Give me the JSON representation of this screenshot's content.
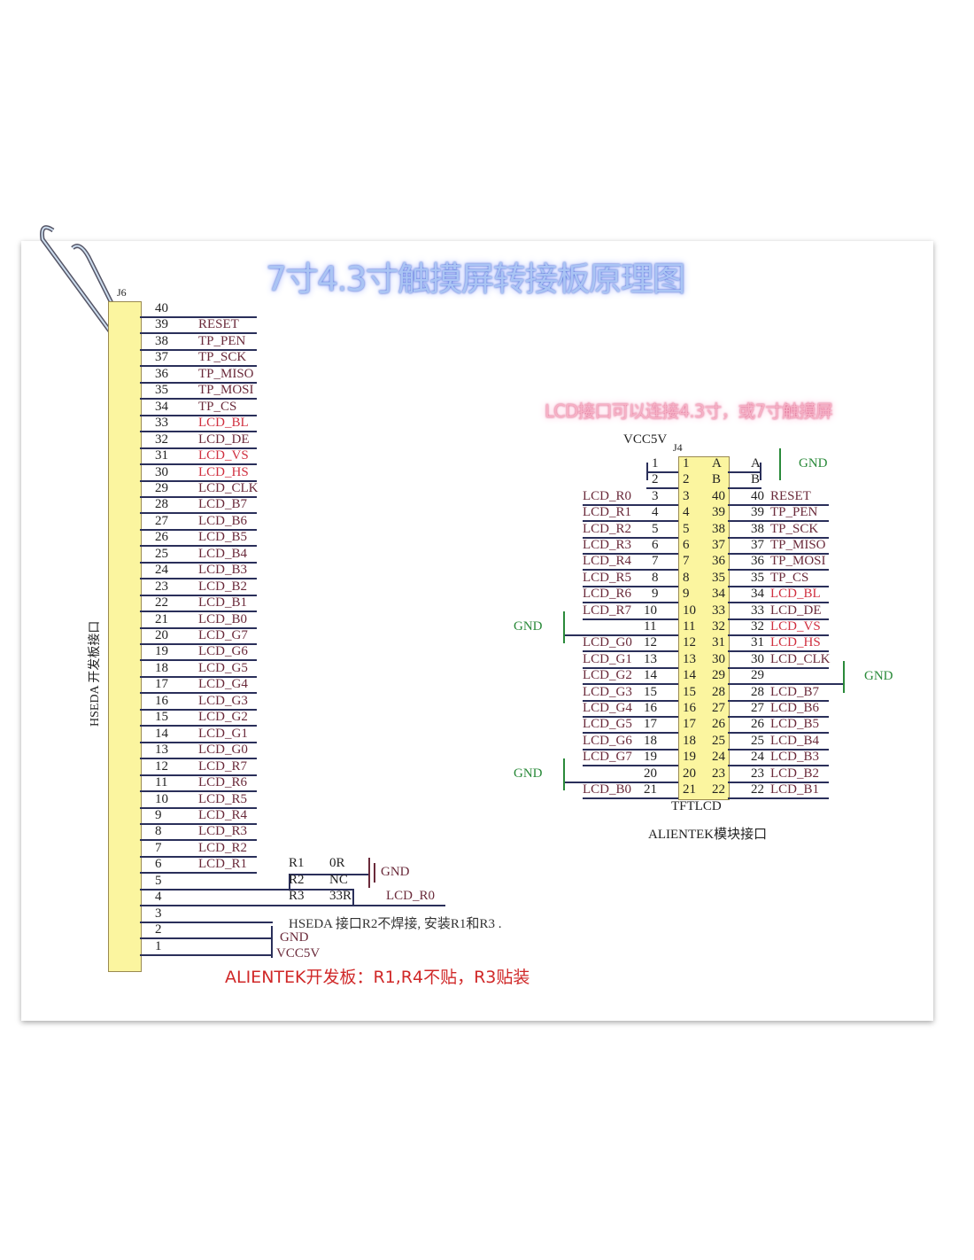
{
  "title": "7寸4.3寸触摸屏转接板原理图",
  "subtitle": "LCD接口可以连接4.3寸，或7寸触摸屏",
  "j6": {
    "ref": "J6",
    "side_label": "HSEDA 开发板接口",
    "pins": [
      [
        "40",
        ""
      ],
      [
        "39",
        "RESET"
      ],
      [
        "38",
        "TP_PEN"
      ],
      [
        "37",
        "TP_SCK"
      ],
      [
        "36",
        "TP_MISO"
      ],
      [
        "35",
        "TP_MOSI"
      ],
      [
        "34",
        "TP_CS"
      ],
      [
        "33",
        "LCD_BL"
      ],
      [
        "32",
        "LCD_DE"
      ],
      [
        "31",
        "LCD_VS"
      ],
      [
        "30",
        "LCD_HS"
      ],
      [
        "29",
        "LCD_CLK"
      ],
      [
        "28",
        "LCD_B7"
      ],
      [
        "27",
        "LCD_B6"
      ],
      [
        "26",
        "LCD_B5"
      ],
      [
        "25",
        "LCD_B4"
      ],
      [
        "24",
        "LCD_B3"
      ],
      [
        "23",
        "LCD_B2"
      ],
      [
        "22",
        "LCD_B1"
      ],
      [
        "21",
        "LCD_B0"
      ],
      [
        "20",
        "LCD_G7"
      ],
      [
        "19",
        "LCD_G6"
      ],
      [
        "18",
        "LCD_G5"
      ],
      [
        "17",
        "LCD_G4"
      ],
      [
        "16",
        "LCD_G3"
      ],
      [
        "15",
        "LCD_G2"
      ],
      [
        "14",
        "LCD_G1"
      ],
      [
        "13",
        "LCD_G0"
      ],
      [
        "12",
        "LCD_R7"
      ],
      [
        "11",
        "LCD_R6"
      ],
      [
        "10",
        "LCD_R5"
      ],
      [
        "9",
        "LCD_R4"
      ],
      [
        "8",
        "LCD_R3"
      ],
      [
        "7",
        "LCD_R2"
      ],
      [
        "6",
        "LCD_R1"
      ],
      [
        "5",
        ""
      ],
      [
        "4",
        ""
      ],
      [
        "3",
        ""
      ],
      [
        "2",
        ""
      ],
      [
        "1",
        ""
      ]
    ]
  },
  "resistors": {
    "r1": "R1",
    "r1v": "0R",
    "r2": "R2",
    "r2v": "NC",
    "r3": "R3",
    "r3v": "33R",
    "net": "LCD_R0",
    "gnd": "GND",
    "gnd2": "GND",
    "vcc": "VCC5V"
  },
  "note": "HSEDA 接口R2不焊接, 安装R1和R3 .",
  "red_note": "ALIENTEK开发板：R1,R4不贴，R3贴装",
  "j4": {
    "ref": "J4",
    "vcc": "VCC5V",
    "name": "TFTLCD",
    "caption": "ALIENTEK模块接口",
    "gnd": "GND",
    "inner_left": [
      "1",
      "2",
      "3",
      "4",
      "5",
      "6",
      "7",
      "8",
      "9",
      "10",
      "11",
      "12",
      "13",
      "14",
      "15",
      "16",
      "17",
      "18",
      "19",
      "20",
      "21"
    ],
    "inner_right": [
      "A",
      "B",
      "40",
      "39",
      "38",
      "37",
      "36",
      "35",
      "34",
      "33",
      "32",
      "31",
      "30",
      "29",
      "28",
      "27",
      "26",
      "25",
      "24",
      "23",
      "22"
    ],
    "left_pins": [
      [
        "1",
        ""
      ],
      [
        "2",
        ""
      ],
      [
        "3",
        "LCD_R0"
      ],
      [
        "4",
        "LCD_R1"
      ],
      [
        "5",
        "LCD_R2"
      ],
      [
        "6",
        "LCD_R3"
      ],
      [
        "7",
        "LCD_R4"
      ],
      [
        "8",
        "LCD_R5"
      ],
      [
        "9",
        "LCD_R6"
      ],
      [
        "10",
        "LCD_R7"
      ],
      [
        "11",
        ""
      ],
      [
        "12",
        "LCD_G0"
      ],
      [
        "13",
        "LCD_G1"
      ],
      [
        "14",
        "LCD_G2"
      ],
      [
        "15",
        "LCD_G3"
      ],
      [
        "16",
        "LCD_G4"
      ],
      [
        "17",
        "LCD_G5"
      ],
      [
        "18",
        "LCD_G6"
      ],
      [
        "19",
        "LCD_G7"
      ],
      [
        "20",
        ""
      ],
      [
        "21",
        "LCD_B0"
      ]
    ],
    "right_pins": [
      [
        "A",
        ""
      ],
      [
        "B",
        ""
      ],
      [
        "40",
        "RESET"
      ],
      [
        "39",
        "TP_PEN"
      ],
      [
        "38",
        "TP_SCK"
      ],
      [
        "37",
        "TP_MISO"
      ],
      [
        "36",
        "TP_MOSI"
      ],
      [
        "35",
        "TP_CS"
      ],
      [
        "34",
        "LCD_BL"
      ],
      [
        "33",
        "LCD_DE"
      ],
      [
        "32",
        "LCD_VS"
      ],
      [
        "31",
        "LCD_HS"
      ],
      [
        "30",
        "LCD_CLK"
      ],
      [
        "29",
        ""
      ],
      [
        "28",
        "LCD_B7"
      ],
      [
        "27",
        "LCD_B6"
      ],
      [
        "26",
        "LCD_B5"
      ],
      [
        "25",
        "LCD_B4"
      ],
      [
        "24",
        "LCD_B3"
      ],
      [
        "23",
        "LCD_B2"
      ],
      [
        "22",
        "LCD_B1"
      ]
    ]
  },
  "red_signals": [
    "LCD_BL",
    "LCD_VS",
    "LCD_HS"
  ],
  "colors": {
    "wire": "#2a2f5a",
    "body": "#fbf59f",
    "gnd": "#2a8a3a",
    "red": "#d03040"
  }
}
